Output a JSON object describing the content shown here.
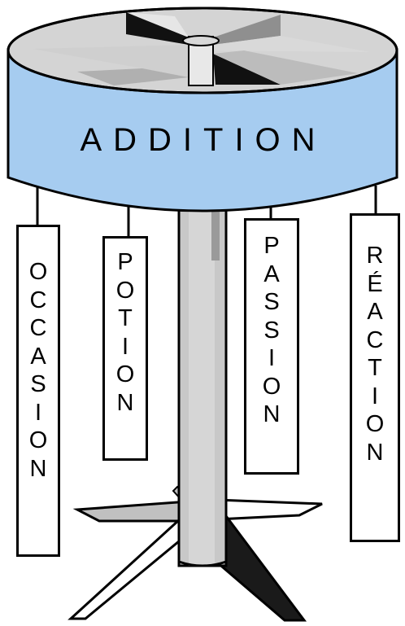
{
  "title": "ADDITION",
  "cards": [
    {
      "word": "OCCASION",
      "letters": [
        "O",
        "C",
        "C",
        "A",
        "S",
        "I",
        "O",
        "N"
      ]
    },
    {
      "word": "POTION",
      "letters": [
        "P",
        "O",
        "T",
        "I",
        "O",
        "N"
      ]
    },
    {
      "word": "PASSION",
      "letters": [
        "P",
        "A",
        "S",
        "S",
        "I",
        "O",
        "N"
      ]
    },
    {
      "word": "RÉACTION",
      "letters": [
        "R",
        "É",
        "A",
        "C",
        "T",
        "I",
        "O",
        "N"
      ]
    }
  ],
  "colors": {
    "drum_blue": "#a6ccf0",
    "lid_gray": "#cfcfcf",
    "dark_gray": "#8f8f8f",
    "pole_gray": "#c8c8c8",
    "outline": "#000000"
  }
}
